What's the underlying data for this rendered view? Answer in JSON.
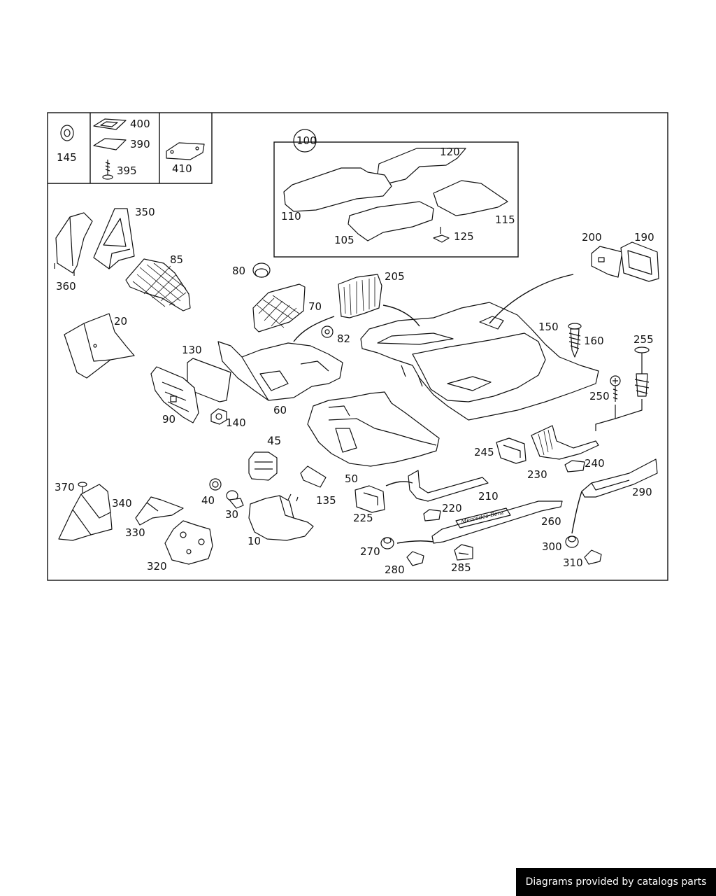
{
  "diagram": {
    "part_numbers": {
      "p145": "145",
      "p400": "400",
      "p390": "390",
      "p395": "395",
      "p410": "410",
      "p100": "100",
      "p120": "120",
      "p110": "110",
      "p115": "115",
      "p105": "105",
      "p125": "125",
      "p350": "350",
      "p360": "360",
      "p85": "85",
      "p80": "80",
      "p70": "70",
      "p82": "82",
      "p205": "205",
      "p200": "200",
      "p190": "190",
      "p20": "20",
      "p130": "130",
      "p60": "60",
      "p150": "150",
      "p160": "160",
      "p255": "255",
      "p250": "250",
      "p90": "90",
      "p140": "140",
      "p45": "45",
      "p245": "245",
      "p230": "230",
      "p240": "240",
      "p50": "50",
      "p210": "210",
      "p370": "370",
      "p340": "340",
      "p40": "40",
      "p135": "135",
      "p330": "330",
      "p30": "30",
      "p10": "10",
      "p225": "225",
      "p220": "220",
      "p260": "260",
      "p290": "290",
      "p320": "320",
      "p270": "270",
      "p280": "280",
      "p285": "285",
      "p300": "300",
      "p310": "310"
    },
    "sill_inscription": "Mercedes-Benz"
  },
  "footer": {
    "credit": "Diagrams provided by catalogs parts"
  }
}
